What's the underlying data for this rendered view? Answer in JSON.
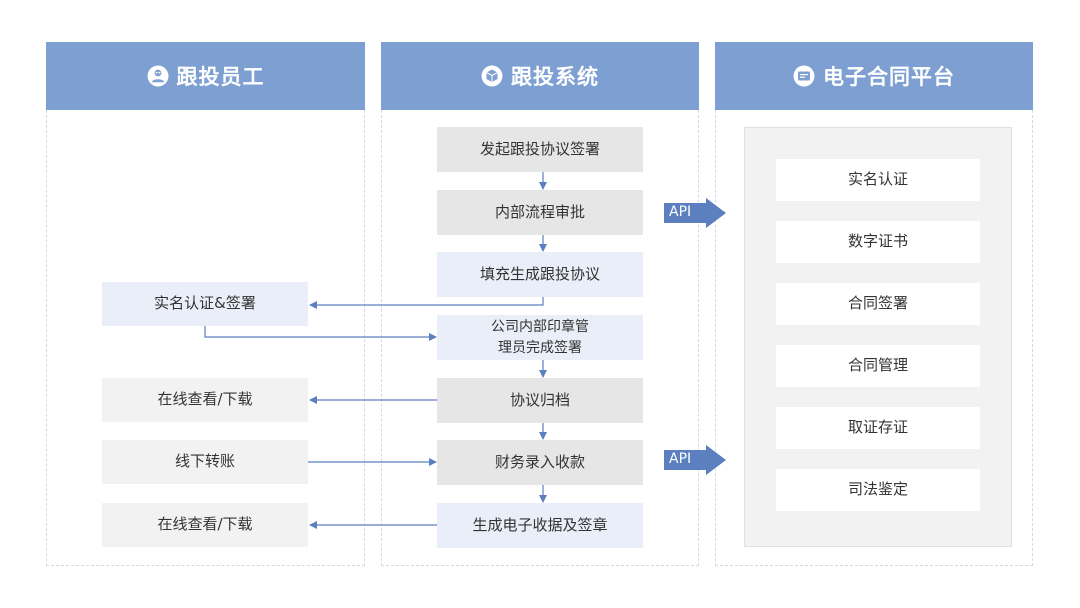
{
  "columns": {
    "employee": "跟投员工",
    "system": "跟投系统",
    "platform": "电子合同平台"
  },
  "system_steps": [
    "发起跟投协议签署",
    "内部流程审批",
    "填充生成跟投协议",
    "公司内部印章管理员完成签署",
    "协议归档",
    "财务录入收款",
    "生成电子收据及签章"
  ],
  "system_step_4_lines": [
    "公司内部印章管",
    "理员完成签署"
  ],
  "employee_steps": [
    "实名认证&签署",
    "在线查看/下载",
    "线下转账",
    "在线查看/下载"
  ],
  "platform_items": [
    "实名认证",
    "数字证书",
    "合同签署",
    "合同管理",
    "取证存证",
    "司法鉴定"
  ],
  "api_labels": [
    "API",
    "API"
  ],
  "colors": {
    "header": "#7e9fd2",
    "arrow": "#5b7fbf",
    "box_gray": "#e6e6e6",
    "box_blue": "#e9eef8",
    "box_light": "#f2f2f2"
  },
  "icons": {
    "employee": "user-face-icon",
    "system": "cube-icon",
    "platform": "contract-badge-icon"
  }
}
